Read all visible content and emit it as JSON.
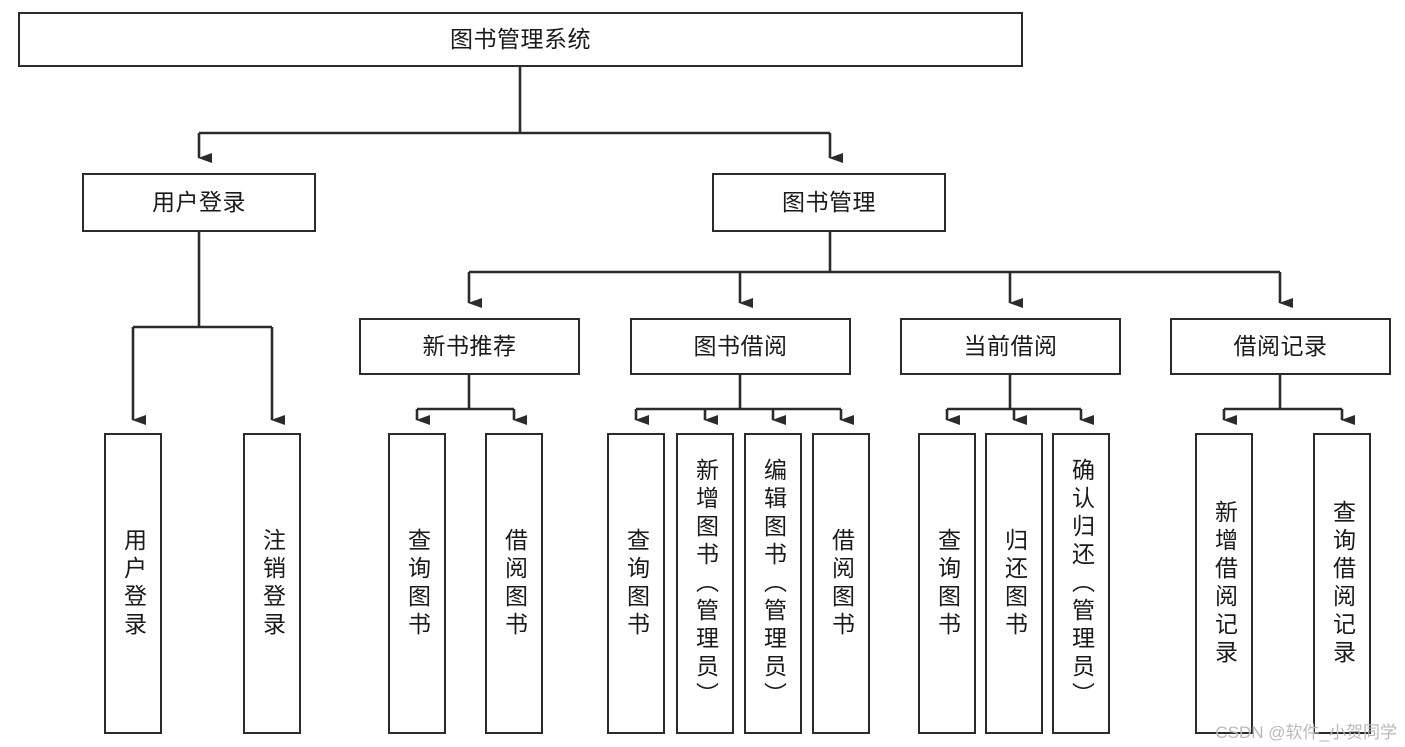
{
  "diagram": {
    "type": "tree-hierarchy-chart",
    "title": "图书管理系统",
    "stroke_color": "#2b2b2b",
    "background_color": "#ffffff",
    "text_color": "#1a1a1a"
  },
  "nodes": {
    "root": {
      "label": "图书管理系统",
      "level": 0
    },
    "level1": [
      {
        "label": "用户登录"
      },
      {
        "label": "图书管理"
      }
    ],
    "level2": [
      {
        "label": "新书推荐"
      },
      {
        "label": "图书借阅"
      },
      {
        "label": "当前借阅"
      },
      {
        "label": "借阅记录"
      }
    ],
    "leaves": {
      "user_login": [
        {
          "label": "用户登录"
        },
        {
          "label": "注销登录"
        }
      ],
      "new_book_recommend": [
        {
          "label": "查询图书"
        },
        {
          "label": "借阅图书"
        }
      ],
      "book_borrow": [
        {
          "label": "查询图书"
        },
        {
          "label": "新增图书（管理员）"
        },
        {
          "label": "编辑图书（管理员）"
        },
        {
          "label": "借阅图书"
        }
      ],
      "current_borrow": [
        {
          "label": "查询图书"
        },
        {
          "label": "归还图书"
        },
        {
          "label": "确认归还（管理员）"
        }
      ],
      "borrow_record": [
        {
          "label": "新增借阅记录"
        },
        {
          "label": "查询借阅记录"
        }
      ]
    }
  },
  "watermark": {
    "text": "CSDN @软件_小贺同学"
  }
}
